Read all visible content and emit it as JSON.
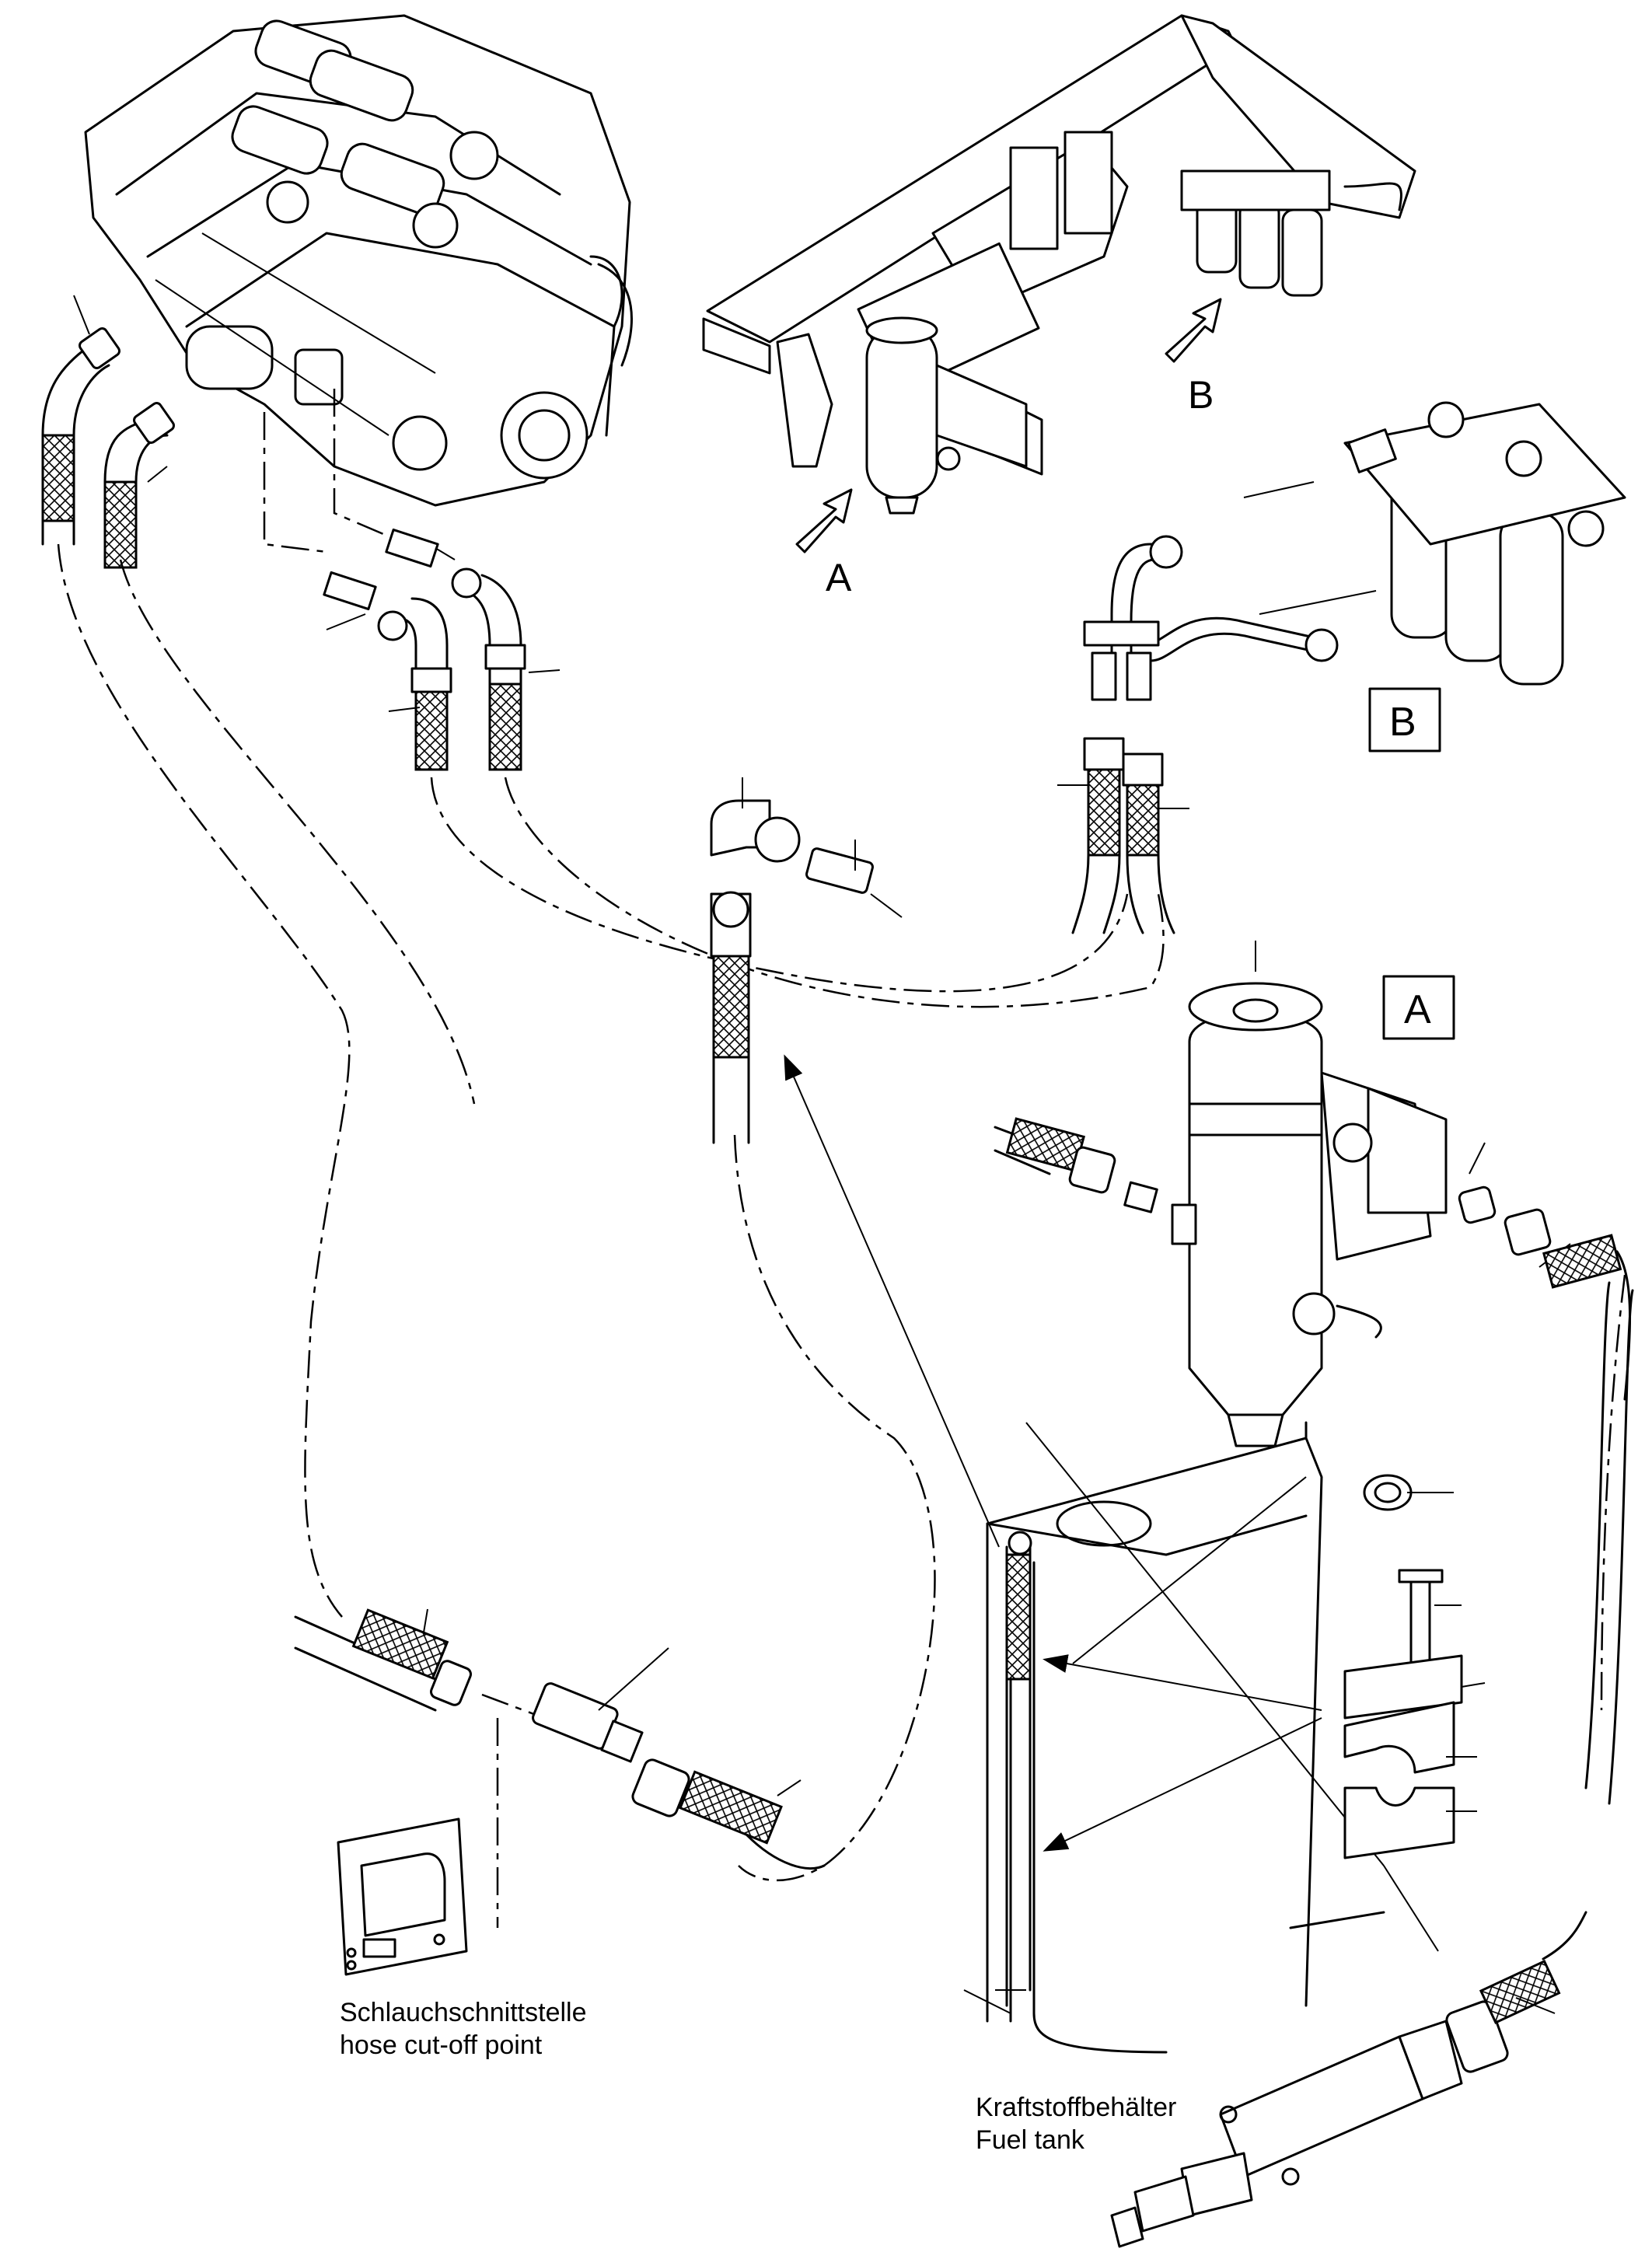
{
  "views": {
    "a_arrow_label": "A",
    "b_arrow_label": "B",
    "detail_a_label": "A",
    "detail_b_label": "B"
  },
  "captions": {
    "hose_cutoff_de": "Schlauchschnittstelle",
    "hose_cutoff_en": "hose cut-off point",
    "fuel_tank_de": "Kraftstoffbehälter",
    "fuel_tank_en": "Fuel tank"
  }
}
